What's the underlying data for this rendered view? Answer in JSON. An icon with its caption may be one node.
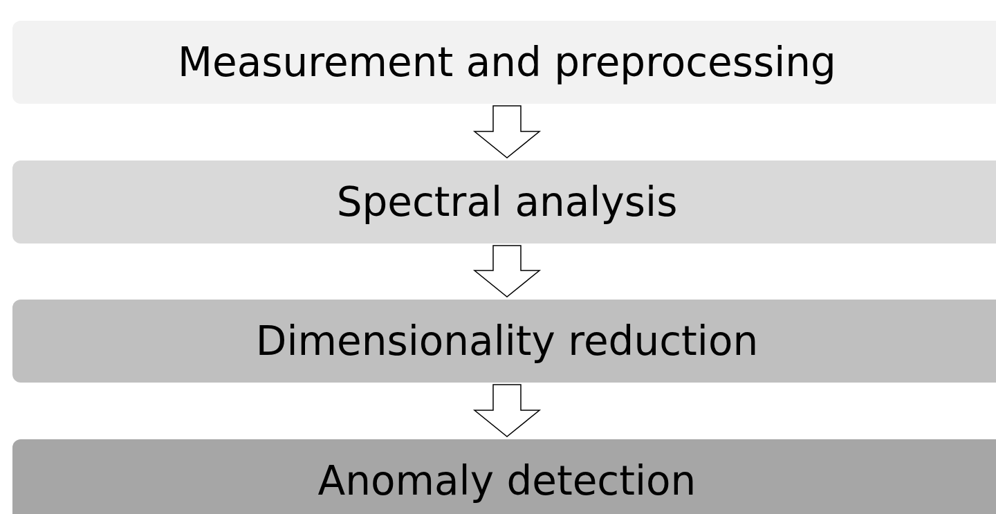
{
  "diagram": {
    "nodes": [
      {
        "text": [
          "Measurement and preprocessing"
        ]
      },
      {
        "text": [
          "Spectral analysis"
        ]
      },
      {
        "text": [
          "Dimensionality reduction"
        ]
      },
      {
        "text": [
          "Anomaly detection"
        ]
      }
    ],
    "edges": [
      {
        "from": 0,
        "to": 1,
        "arrow": "to"
      },
      {
        "from": 1,
        "to": 2,
        "arrow": "to"
      },
      {
        "from": 2,
        "to": 3,
        "arrow": "to"
      }
    ]
  }
}
